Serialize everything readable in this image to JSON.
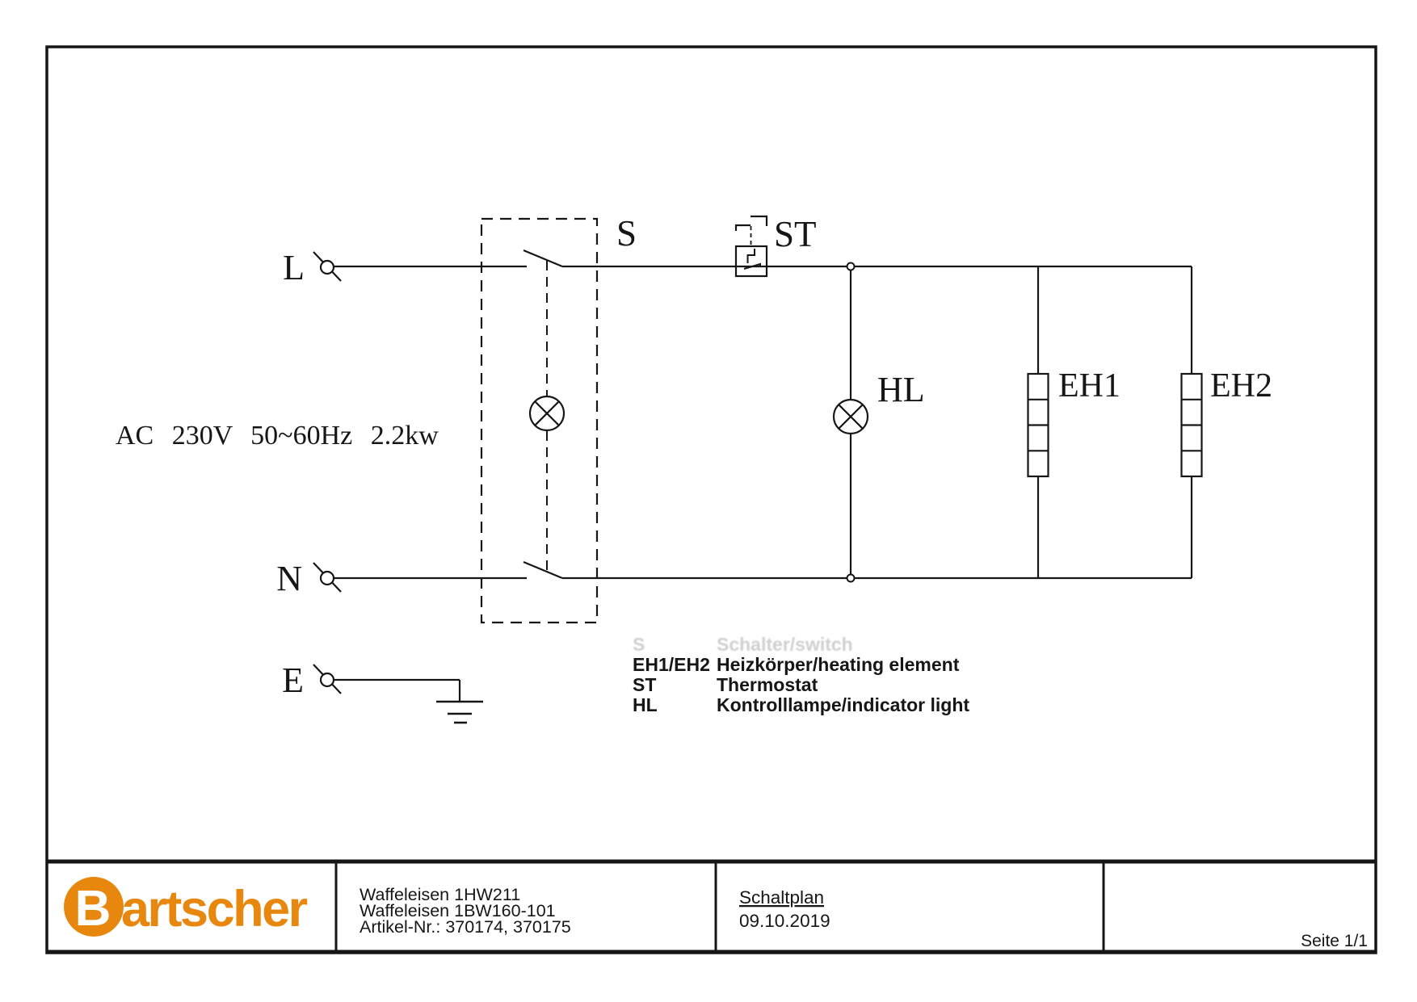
{
  "schematic": {
    "power_label": "AC 230V 50~60Hz 2.2kw",
    "terminals": {
      "live": "L",
      "neutral": "N",
      "earth": "E"
    },
    "components": {
      "switch": "S",
      "thermostat": "ST",
      "indicator_lamp": "HL",
      "heating_element_1": "EH1",
      "heating_element_2": "EH2"
    }
  },
  "legend": {
    "ghost_row": {
      "key": "S",
      "desc": "Schalter/switch"
    },
    "rows": [
      {
        "key": "EH1/EH2",
        "desc": "Heizkörper/heating element"
      },
      {
        "key": "ST",
        "desc": "Thermostat"
      },
      {
        "key": "HL",
        "desc": "Kontrolllampe/indicator light"
      }
    ]
  },
  "title_block": {
    "logo_b": "B",
    "logo_rest": "artscher",
    "product_lines": [
      "Waffeleisen 1HW211",
      "Waffeleisen 1BW160-101",
      "Artikel-Nr.: 370174, 370175"
    ],
    "doc_title": "Schaltplan",
    "doc_date": "09.10.2019",
    "page": "Seite 1/1"
  },
  "colors": {
    "brand_orange": "#E8870E",
    "line_black": "#161616",
    "ghost_gray": "#c4c4c4"
  }
}
